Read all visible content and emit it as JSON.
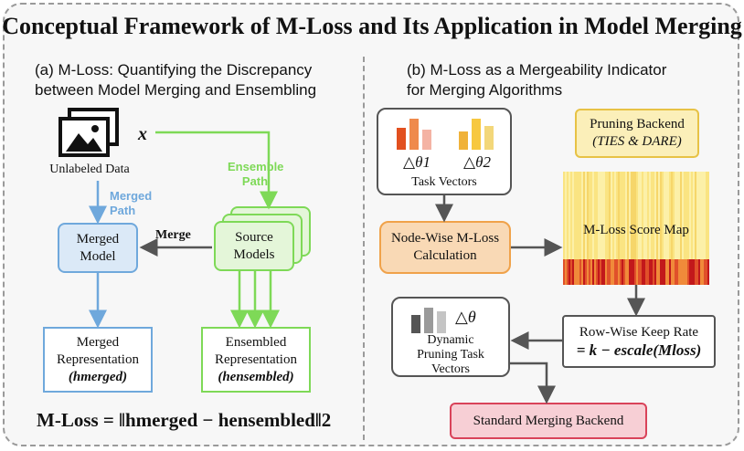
{
  "title": "Conceptual Framework of M-Loss and Its Application in Model Merging",
  "left": {
    "heading_line1": "(a) M-Loss: Quantifying the Discrepancy",
    "heading_line2": "between Model Merging and Ensembling",
    "x_symbol": "x",
    "unlabeled_data": "Unlabeled Data",
    "ensemble_path_line1": "Ensemble",
    "ensemble_path_line2": "Path",
    "merged_path_line1": "Merged",
    "merged_path_line2": "Path",
    "merge_label": "Merge",
    "merged_model_line1": "Merged",
    "merged_model_line2": "Model",
    "source_models_line1": "Source",
    "source_models_line2": "Models",
    "merged_repr_line1": "Merged",
    "merged_repr_line2": "Representation",
    "merged_repr_sym": "(hmerged)",
    "ensembled_repr_line1": "Ensembled",
    "ensembled_repr_line2": "Representation",
    "ensembled_repr_sym": "(hensembled)",
    "formula": "M-Loss = ‖hmerged − hensembled‖2"
  },
  "right": {
    "heading_line1": "(b) M-Loss as a Mergeability Indicator",
    "heading_line2": "for Merging Algorithms",
    "delta1": "△θ1",
    "delta2": "△θ2",
    "task_vectors": "Task Vectors",
    "pruning_backend_line1": "Pruning Backend",
    "pruning_backend_line2": "(TIES & DARE)",
    "node_wise_line1": "Node-Wise M-Loss",
    "node_wise_line2": "Calculation",
    "score_map": "M-Loss Score Map",
    "delta_theta": "△θ",
    "dynamic_line1": "Dynamic",
    "dynamic_line2": "Pruning Task",
    "dynamic_line3": "Vectors",
    "keep_rate_line1": "Row-Wise Keep Rate",
    "keep_rate_line2": "= k − escale(Mloss)",
    "standard_backend": "Standard Merging Backend"
  },
  "colors": {
    "green": "#7ed957",
    "blue": "#6fa8dc",
    "orange_fill": "#f9d9b5",
    "orange_border": "#f0a24a",
    "yellow_fill": "#fbefb9",
    "yellow_border": "#e7c245",
    "pink_fill": "#f7cfd5",
    "pink_border": "#d9435a",
    "gray": "#555555"
  }
}
